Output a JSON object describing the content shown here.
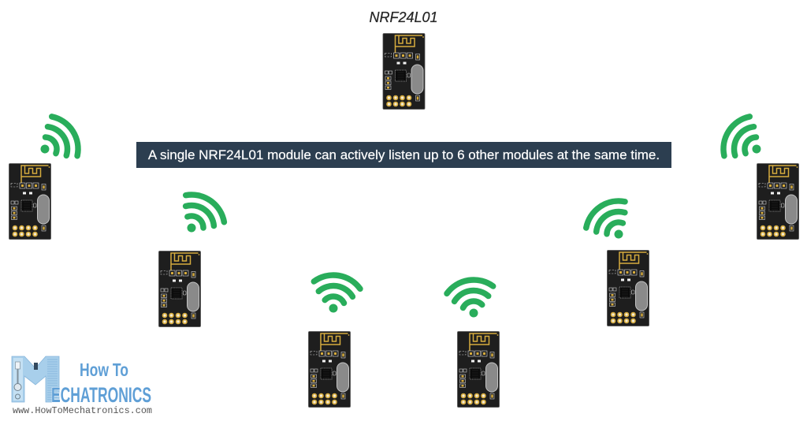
{
  "title": "NRF24L01",
  "caption": "A single NRF24L01 module can actively listen up to 6 other modules at the same time.",
  "diagram": {
    "central_module": {
      "label": "NRF24L01",
      "icon": "nrf24l01-module-icon"
    },
    "peer_modules": [
      {
        "icon": "nrf24l01-module-icon",
        "signal_icon": "wifi-signal-icon"
      },
      {
        "icon": "nrf24l01-module-icon",
        "signal_icon": "wifi-signal-icon"
      },
      {
        "icon": "nrf24l01-module-icon",
        "signal_icon": "wifi-signal-icon"
      },
      {
        "icon": "nrf24l01-module-icon",
        "signal_icon": "wifi-signal-icon"
      },
      {
        "icon": "nrf24l01-module-icon",
        "signal_icon": "wifi-signal-icon"
      },
      {
        "icon": "nrf24l01-module-icon",
        "signal_icon": "wifi-signal-icon"
      }
    ]
  },
  "logo": {
    "initial": "M",
    "line1": "How To",
    "line2": "ECHATRONICS",
    "url": "www.HowToMechatronics.com"
  },
  "colors": {
    "signal": "#29ad5b",
    "banner_bg": "#2c3e50",
    "banner_text": "#ffffff",
    "pcb": "#1e1e1e",
    "gold": "#d6ac3e",
    "title": "#262626",
    "logo_blue": "#5f9fd6"
  }
}
